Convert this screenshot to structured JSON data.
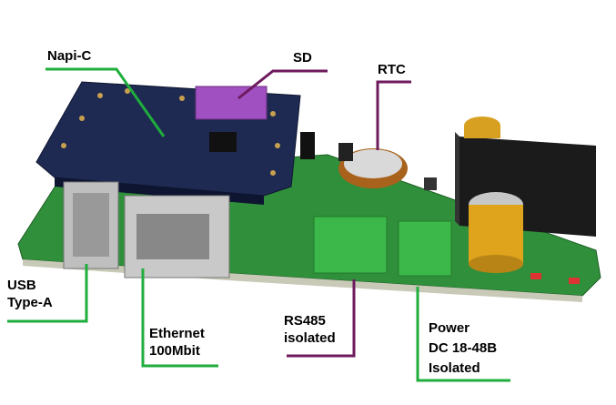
{
  "labels": {
    "napi": "Napi-C",
    "sd": "SD",
    "rtc": "RTC",
    "usb": [
      "USB",
      "Type-A"
    ],
    "ethernet": [
      "Ethernet",
      "100Mbit"
    ],
    "rs485": [
      "RS485",
      "isolated"
    ],
    "power": [
      "Power",
      "DC 18-48B",
      "Isolated"
    ]
  },
  "colors": {
    "green_leader": "#1fae3c",
    "purple_leader": "#6e1a5e",
    "pcb_green": "#2f8f3a",
    "module_blue": "#1e2a52"
  }
}
